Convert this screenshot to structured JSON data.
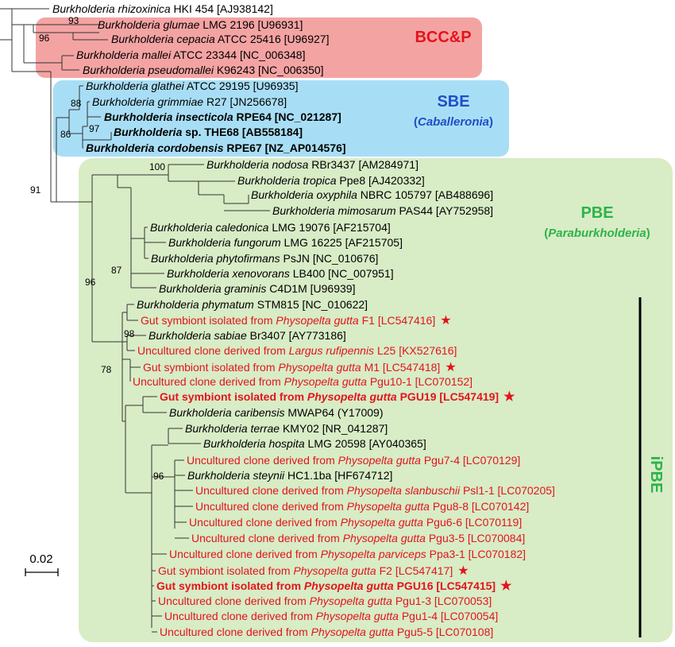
{
  "groups": {
    "bccp": {
      "label": "BCC&P",
      "color": "#e3141b",
      "fill": "#f4a3a3"
    },
    "sbe": {
      "label": "SBE",
      "sublabel": "(Caballeronia)",
      "color": "#1f4fc6",
      "fill": "#a8def5"
    },
    "pbe": {
      "label": "PBE",
      "sublabel": "(Paraburkholderia)",
      "color": "#2db34a",
      "fill": "#d8ecc6"
    },
    "ipbe": {
      "label": "iPBE",
      "color": "#2db34a"
    }
  },
  "scale_bar": {
    "label": "0.02"
  },
  "colors": {
    "black": "#000000",
    "red": "#e3141b"
  },
  "taxa": [
    {
      "parts": [
        {
          "t": "Burkholderia rhizoxinica",
          "i": true
        },
        {
          "t": " HKI 454 [AJ938142]"
        }
      ]
    },
    {
      "parts": [
        {
          "t": "Burkholderia glumae",
          "i": true
        },
        {
          "t": " LMG 2196 [U96931]"
        }
      ]
    },
    {
      "parts": [
        {
          "t": "Burkholderia cepacia",
          "i": true
        },
        {
          "t": " ATCC 25416 [U96927]"
        }
      ]
    },
    {
      "parts": [
        {
          "t": "Burkholderia mallei",
          "i": true
        },
        {
          "t": " ATCC 23344 [NC_006348]"
        }
      ]
    },
    {
      "parts": [
        {
          "t": "Burkholderia pseudomallei",
          "i": true
        },
        {
          "t": " K96243 [NC_006350]"
        }
      ]
    },
    {
      "parts": [
        {
          "t": "Burkholderia glathei",
          "i": true
        },
        {
          "t": " ATCC 29195 [U96935]"
        }
      ]
    },
    {
      "parts": [
        {
          "t": "Burkholderia grimmiae",
          "i": true
        },
        {
          "t": " R27 [JN256678]"
        }
      ]
    },
    {
      "bold": true,
      "parts": [
        {
          "t": "Burkholderia insecticola",
          "i": true
        },
        {
          "t": " RPE64 [NC_021287]"
        }
      ]
    },
    {
      "bold": true,
      "parts": [
        {
          "t": "Burkholderia",
          "i": true
        },
        {
          "t": " sp. THE68 [AB558184]"
        }
      ]
    },
    {
      "bold": true,
      "parts": [
        {
          "t": "Burkholderia cordobensis",
          "i": true
        },
        {
          "t": " RPE67 [NZ_AP014576]"
        }
      ]
    },
    {
      "parts": [
        {
          "t": "Burkholderia nodosa",
          "i": true
        },
        {
          "t": " RBr3437 [AM284971]"
        }
      ]
    },
    {
      "parts": [
        {
          "t": "Burkholderia tropica",
          "i": true
        },
        {
          "t": " Ppe8 [AJ420332]"
        }
      ]
    },
    {
      "parts": [
        {
          "t": "Burkholderia oxyphila",
          "i": true
        },
        {
          "t": " NBRC 105797 [AB488696]"
        }
      ]
    },
    {
      "parts": [
        {
          "t": "Burkholderia mimosarum",
          "i": true
        },
        {
          "t": " PAS44 [AY752958]"
        }
      ]
    },
    {
      "parts": [
        {
          "t": "Burkholderia caledonica",
          "i": true
        },
        {
          "t": " LMG 19076 [AF215704]"
        }
      ]
    },
    {
      "parts": [
        {
          "t": "Burkholderia fungorum",
          "i": true
        },
        {
          "t": " LMG 16225 [AF215705]"
        }
      ]
    },
    {
      "parts": [
        {
          "t": "Burkholderia phytofirmans",
          "i": true
        },
        {
          "t": " PsJN [NC_010676]"
        }
      ]
    },
    {
      "parts": [
        {
          "t": "Burkholderia xenovorans",
          "i": true
        },
        {
          "t": " LB400 [NC_007951]"
        }
      ]
    },
    {
      "parts": [
        {
          "t": "Burkholderia graminis",
          "i": true
        },
        {
          "t": " C4D1M [U96939]"
        }
      ]
    },
    {
      "parts": [
        {
          "t": "Burkholderia phymatum",
          "i": true
        },
        {
          "t": " STM815 [NC_010622]"
        }
      ]
    },
    {
      "red": true,
      "star": true,
      "parts": [
        {
          "t": "Gut symbiont isolated from "
        },
        {
          "t": "Physopelta gutta",
          "i": true
        },
        {
          "t": " F1 [LC547416]"
        }
      ]
    },
    {
      "parts": [
        {
          "t": "Burkholderia sabiae",
          "i": true
        },
        {
          "t": " Br3407 [AY773186]"
        }
      ]
    },
    {
      "red": true,
      "parts": [
        {
          "t": "Uncultured clone derived from "
        },
        {
          "t": "Largus rufipennis",
          "i": true
        },
        {
          "t": " L25 [KX527616]"
        }
      ]
    },
    {
      "red": true,
      "star": true,
      "parts": [
        {
          "t": "Gut symbiont isolated from "
        },
        {
          "t": "Physopelta gutta",
          "i": true
        },
        {
          "t": " M1 [LC547418]"
        }
      ]
    },
    {
      "red": true,
      "parts": [
        {
          "t": "Uncultured clone derived from "
        },
        {
          "t": "Physopelta gutta",
          "i": true
        },
        {
          "t": " Pgu10-1 [LC070152]"
        }
      ]
    },
    {
      "red": true,
      "bold": true,
      "star": true,
      "parts": [
        {
          "t": "Gut symbiont isolated from "
        },
        {
          "t": "Physopelta gutta",
          "i": true
        },
        {
          "t": " PGU19 [LC547419]"
        }
      ]
    },
    {
      "parts": [
        {
          "t": "Burkholderia caribensis",
          "i": true
        },
        {
          "t": " MWAP64 (Y17009)"
        }
      ]
    },
    {
      "parts": [
        {
          "t": "Burkholderia terrae",
          "i": true
        },
        {
          "t": " KMY02 [NR_041287]"
        }
      ]
    },
    {
      "parts": [
        {
          "t": "Burkholderia hospita",
          "i": true
        },
        {
          "t": " LMG 20598 [AY040365]"
        }
      ]
    },
    {
      "red": true,
      "parts": [
        {
          "t": "Uncultured clone derived from "
        },
        {
          "t": "Physopelta gutta",
          "i": true
        },
        {
          "t": " Pgu7-4 [LC070129]"
        }
      ]
    },
    {
      "parts": [
        {
          "t": "Burkholderia steynii",
          "i": true
        },
        {
          "t": " HC1.1ba [HF674712]"
        }
      ]
    },
    {
      "red": true,
      "parts": [
        {
          "t": "Uncultured clone derived from "
        },
        {
          "t": "Physopelta slanbuschii",
          "i": true
        },
        {
          "t": " Psl1-1 [LC070205]"
        }
      ]
    },
    {
      "red": true,
      "parts": [
        {
          "t": "Uncultured clone derived from "
        },
        {
          "t": "Physopelta gutta",
          "i": true
        },
        {
          "t": " Pgu8-8 [LC070142]"
        }
      ]
    },
    {
      "red": true,
      "parts": [
        {
          "t": "Uncultured clone derived from "
        },
        {
          "t": "Physopelta gutta",
          "i": true
        },
        {
          "t": " Pgu6-6 [LC070119]"
        }
      ]
    },
    {
      "red": true,
      "parts": [
        {
          "t": "Uncultured clone derived from "
        },
        {
          "t": "Physopelta gutta",
          "i": true
        },
        {
          "t": " Pgu3-5 [LC070084]"
        }
      ]
    },
    {
      "red": true,
      "parts": [
        {
          "t": "Uncultured clone derived from "
        },
        {
          "t": "Physopelta parviceps",
          "i": true
        },
        {
          "t": " Ppa3-1 [LC070182]"
        }
      ]
    },
    {
      "red": true,
      "star": true,
      "parts": [
        {
          "t": "Gut symbiont isolated from "
        },
        {
          "t": "Physopelta gutta",
          "i": true
        },
        {
          "t": " F2 [LC547417]"
        }
      ]
    },
    {
      "red": true,
      "bold": true,
      "star": true,
      "parts": [
        {
          "t": "Gut symbiont isolated from "
        },
        {
          "t": "Physopelta gutta",
          "i": true
        },
        {
          "t": " PGU16 [LC547415]"
        }
      ]
    },
    {
      "red": true,
      "parts": [
        {
          "t": "Uncultured clone derived from "
        },
        {
          "t": "Physopelta gutta",
          "i": true
        },
        {
          "t": " Pgu1-3 [LC070053]"
        }
      ]
    },
    {
      "red": true,
      "parts": [
        {
          "t": "Uncultured clone derived from "
        },
        {
          "t": "Physopelta gutta",
          "i": true
        },
        {
          "t": " Pgu1-4 [LC070054]"
        }
      ]
    },
    {
      "red": true,
      "parts": [
        {
          "t": "Uncultured clone derived from "
        },
        {
          "t": "Physopelta gutta",
          "i": true
        },
        {
          "t": " Pgu5-5 [LC070108]"
        }
      ]
    }
  ],
  "bootstrap": [
    "93",
    "96",
    "88",
    "97",
    "86",
    "91",
    "100",
    "87",
    "96",
    "98",
    "78",
    "96"
  ]
}
